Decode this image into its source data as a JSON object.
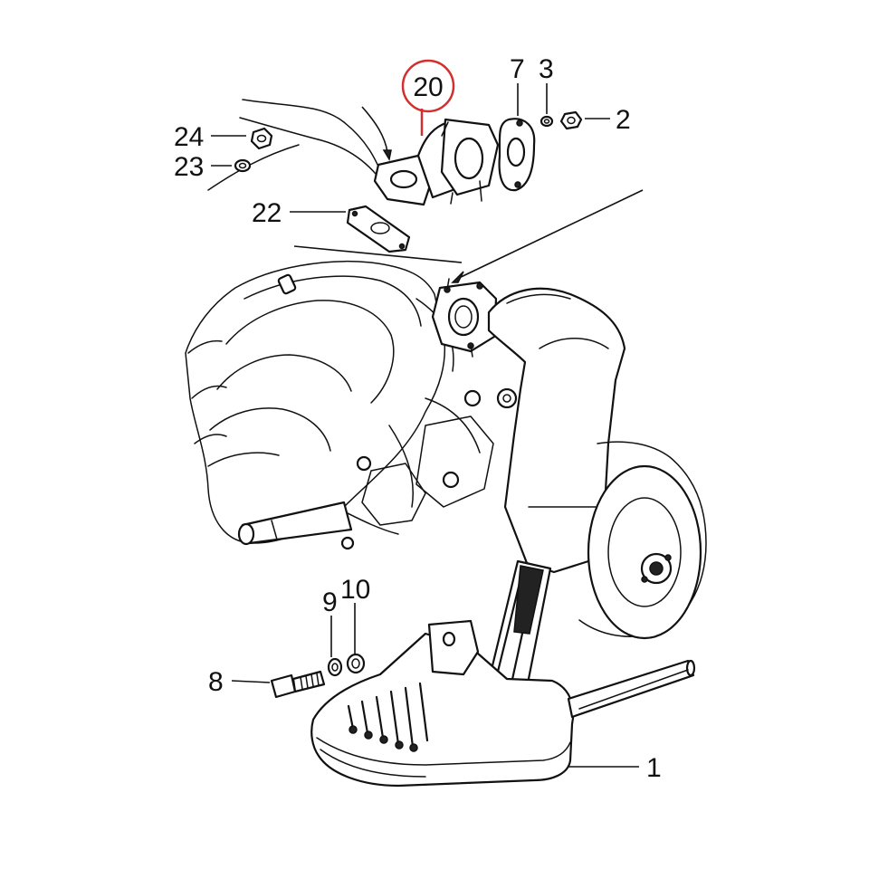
{
  "callouts": {
    "c24": "24",
    "c23": "23",
    "c22": "22",
    "c20": "20",
    "c7": "7",
    "c3": "3",
    "c2": "2",
    "c9": "9",
    "c10": "10",
    "c8": "8",
    "c1": "1"
  },
  "highlight": {
    "part": "20",
    "color": "#d32f2f"
  }
}
